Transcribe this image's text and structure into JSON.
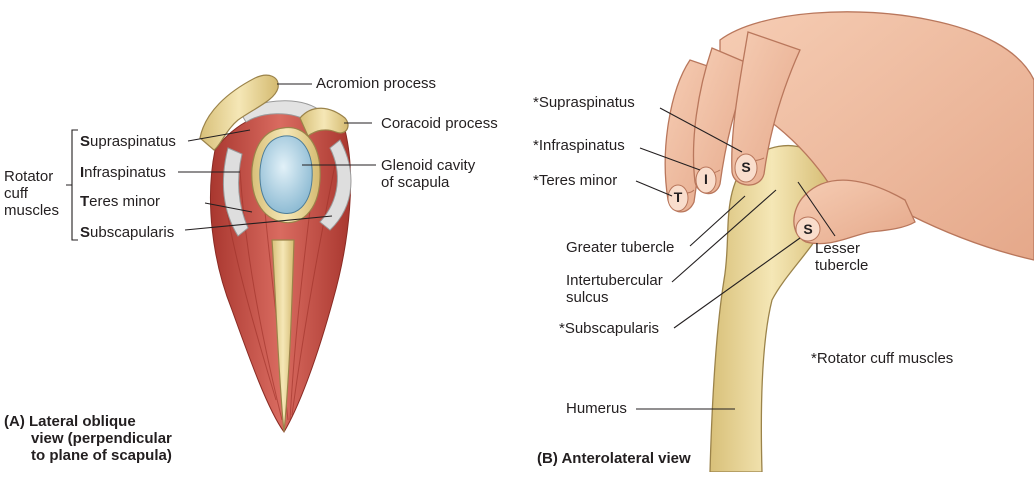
{
  "panel_a": {
    "caption_tag": "(A)",
    "caption_lines": [
      "Lateral oblique",
      "view (perpendicular",
      "to plane of scapula)"
    ],
    "group_label": [
      "Rotator",
      "cuff",
      "muscles"
    ],
    "muscles": [
      {
        "initial": "S",
        "rest": "upraspinatus"
      },
      {
        "initial": "I",
        "rest": "nfraspinatus"
      },
      {
        "initial": "T",
        "rest": "eres minor"
      },
      {
        "initial": "S",
        "rest": "ubscapularis"
      }
    ],
    "acromion": "Acromion process",
    "coracoid": "Coracoid process",
    "glenoid": [
      "Glenoid cavity",
      "of scapula"
    ]
  },
  "panel_b": {
    "caption_tag": "(B)",
    "caption": "Anterolateral view",
    "supraspinatus": "*Supraspinatus",
    "infraspinatus": "*Infraspinatus",
    "teres_minor": "*Teres minor",
    "greater_tubercle": "Greater tubercle",
    "intertubercular": [
      "Intertubercular",
      "sulcus"
    ],
    "subscapularis": "*Subscapularis",
    "lesser_tubercle": [
      "Lesser",
      "tubercle"
    ],
    "footnote": "*Rotator cuff muscles",
    "humerus": "Humerus",
    "finger_letters": {
      "t": "T",
      "i": "I",
      "s1": "S",
      "s2": "S"
    }
  },
  "colors": {
    "muscle": "#c9504a",
    "bone": "#eedc9e",
    "cartilage": "#b8d8e8",
    "skin": "#f2c1a6",
    "tendon": "#dcdcdc"
  }
}
